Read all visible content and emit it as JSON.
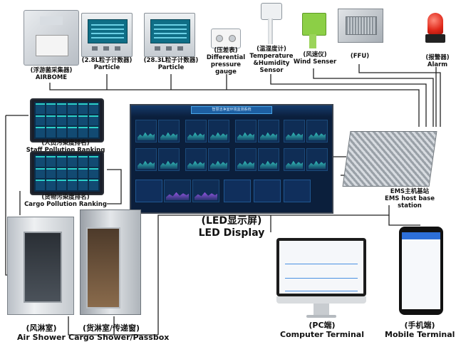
{
  "devices": {
    "airbome": {
      "cn": "(浮游菌采集器)",
      "en": "AIRBOME"
    },
    "particle_28": {
      "cn": "(2.8L粒子计数器)",
      "en": "Particle"
    },
    "particle_283": {
      "cn": "(28.3L粒子计数器)",
      "en": "Particle"
    },
    "pressure_gauge": {
      "cn": "(压差表)",
      "en1": "Differential",
      "en2": "pressure",
      "en3": "gauge"
    },
    "th_sensor": {
      "cn": "(温湿度计)",
      "en1": "Temperature",
      "en2": "&Humidity",
      "en3": "Sensor"
    },
    "wind_sensor": {
      "cn": "(风速仪)",
      "en": "Wind Senser"
    },
    "ffu": {
      "cn": "(FFU)"
    },
    "alarm": {
      "cn": "(报警器)",
      "en": "Alarm"
    }
  },
  "rankings": {
    "staff": {
      "cn": "(人员污染度排名)",
      "en": "Staff Pollution Ranking"
    },
    "cargo": {
      "cn": "(货物污染度排名)",
      "en": "Cargo Pollution Ranking"
    }
  },
  "led": {
    "cn": "(LED显示屏)",
    "en": "LED Display",
    "screen_title": "智慧洁净室环境监测系统"
  },
  "ems": {
    "cn": "EMS主机基站",
    "en1": "EMS host base",
    "en2": "station"
  },
  "rooms": {
    "air_shower": {
      "cn": "(风淋室)",
      "en": "Air Shower"
    },
    "cargo_shower": {
      "cn": "(货淋室/传递窗)",
      "en": "Cargo Shower/Passbox"
    }
  },
  "terminals": {
    "pc": {
      "cn": "(PC端)",
      "en": "Computer Terminal"
    },
    "mobile": {
      "cn": "(手机端)",
      "en": "Mobile Terminal"
    }
  }
}
